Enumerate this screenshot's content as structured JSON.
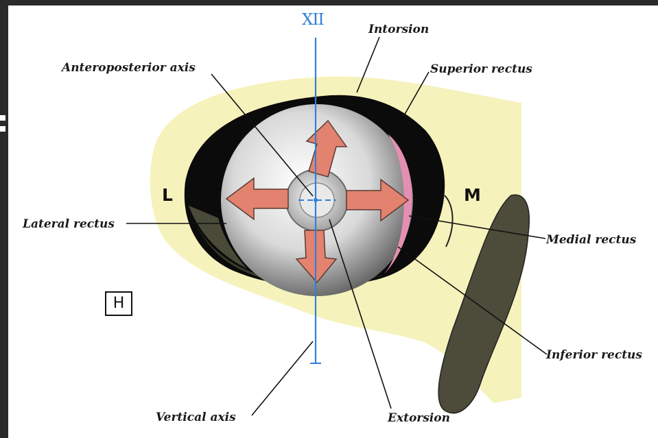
{
  "diagram": {
    "vertical_marker": "XII",
    "labels": {
      "intorsion": "Intorsion",
      "superior_rectus": "Superior rectus",
      "anteroposterior_axis": "Anteroposterior axis",
      "lateral_rectus": "Lateral rectus",
      "medial_rectus": "Medial rectus",
      "inferior_rectus": "Inferior rectus",
      "vertical_axis": "Vertical axis",
      "extorsion": "Extorsion"
    },
    "side_left": "L",
    "side_right": "M",
    "boxed_letter": "H"
  },
  "colors": {
    "orbit_fill": "#f6f2bc",
    "orbit_shadow": "#0a0a0a",
    "muscle_shading": "#3a3a2a",
    "arrow_fill": "#e2826f",
    "axis_line": "#2f7fd9",
    "muscle_insertion": "#e48fb2",
    "nasal_bone": "#4d4b3a"
  }
}
